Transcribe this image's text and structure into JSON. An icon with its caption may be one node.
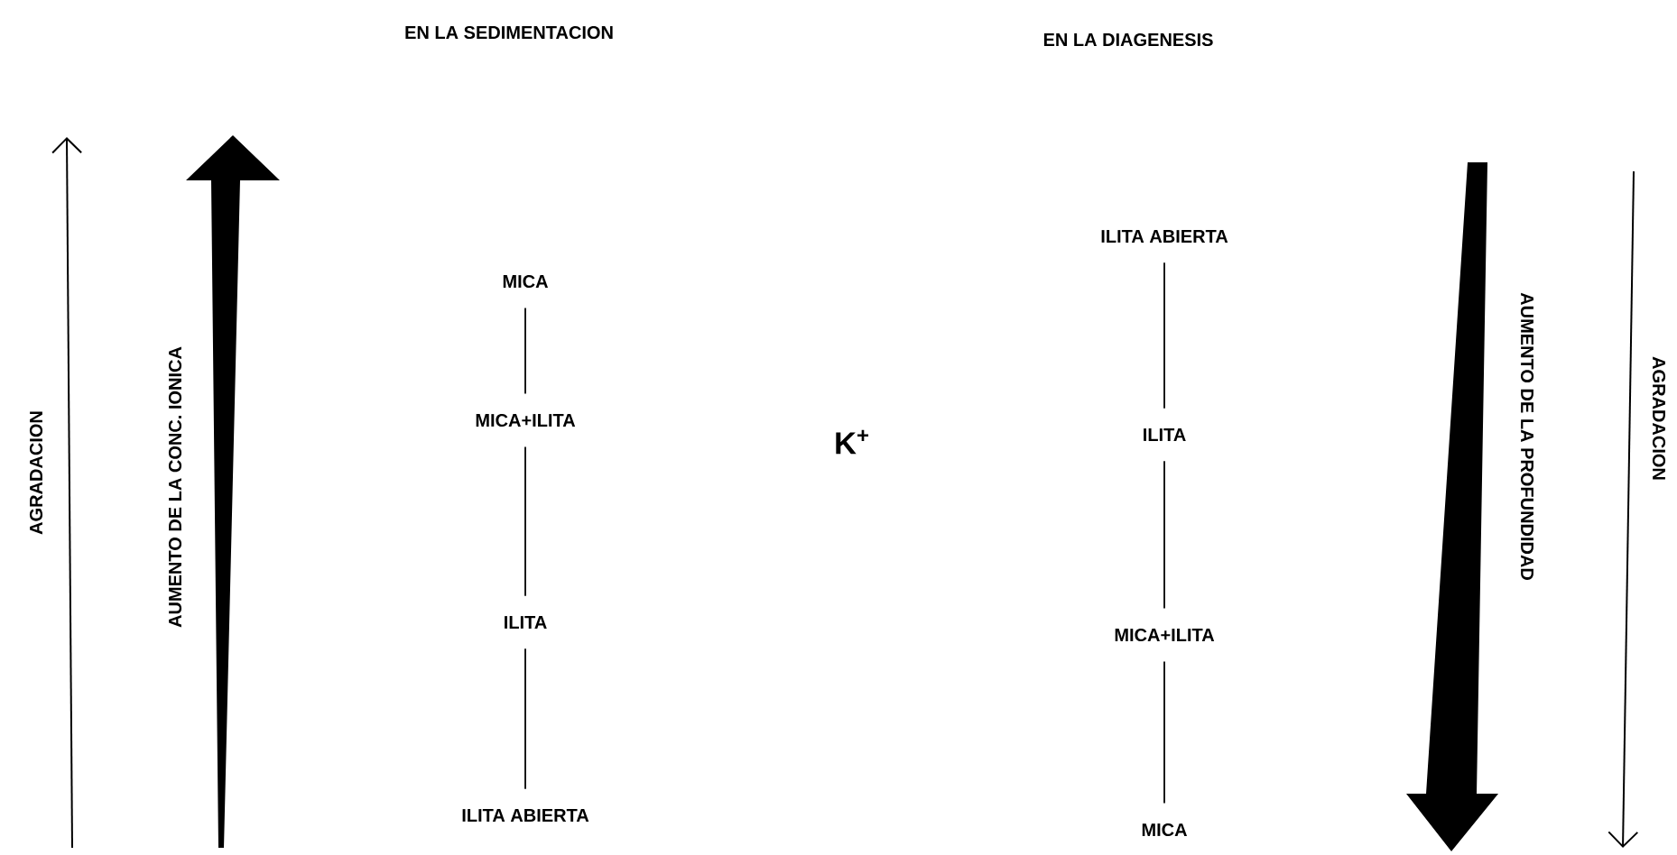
{
  "diagram": {
    "nodes": [
      {
        "text": [
          "MICA"
        ]
      },
      {
        "text": [
          "MICA+ILITA"
        ]
      },
      {
        "text": [
          "ILITA"
        ]
      },
      {
        "text": [
          "ILITA ABIERTA"
        ]
      },
      {
        "text": [
          "ILITA ABIERTA"
        ]
      },
      {
        "text": [
          "ILITA"
        ]
      },
      {
        "text": [
          "MICA+ILITA"
        ]
      },
      {
        "text": [
          "MICA"
        ]
      }
    ],
    "edges": [
      {
        "from": 0,
        "to": 1,
        "arrow": "none"
      },
      {
        "from": 1,
        "to": 2,
        "arrow": "none"
      },
      {
        "from": 2,
        "to": 3,
        "arrow": "none"
      },
      {
        "from": 4,
        "to": 5,
        "arrow": "none"
      },
      {
        "from": 5,
        "to": 6,
        "arrow": "none"
      },
      {
        "from": 6,
        "to": 7,
        "arrow": "none"
      }
    ],
    "labels": [
      "EN LA SEDIMENTACION",
      "EN LA DIAGENESIS",
      "AGRADACION",
      "AUMENTO DE LA CONC. IONICA",
      "K$^{+}$",
      "AUMENTO DE LA PROFUNDIDAD",
      "AGRADACION"
    ]
  }
}
